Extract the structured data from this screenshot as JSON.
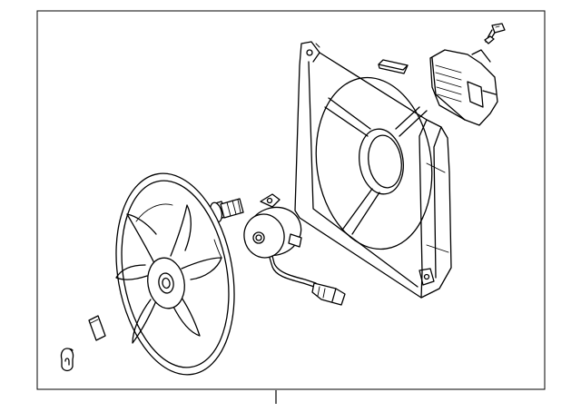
{
  "diagram": {
    "type": "exploded parts diagram",
    "parts": [
      {
        "name": "fan-shroud"
      },
      {
        "name": "fan-blade"
      },
      {
        "name": "fan-motor"
      },
      {
        "name": "resistor-module"
      },
      {
        "name": "shroud-bolt"
      },
      {
        "name": "resistor-bolt"
      },
      {
        "name": "motor-bolt"
      },
      {
        "name": "clip"
      },
      {
        "name": "nut"
      },
      {
        "name": "seal-strip"
      }
    ]
  }
}
